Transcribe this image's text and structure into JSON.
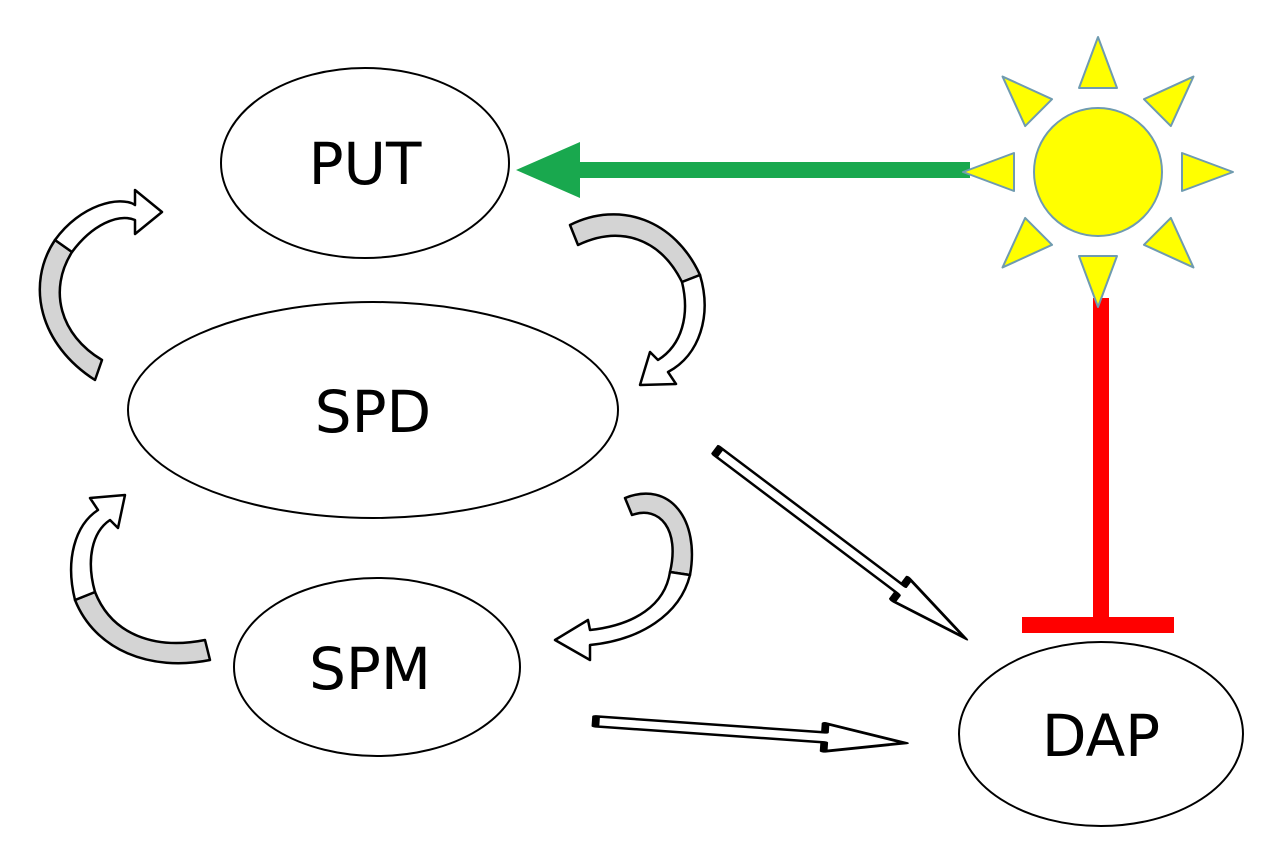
{
  "diagram": {
    "nodes": {
      "put": {
        "label": "PUT"
      },
      "spd": {
        "label": "SPD"
      },
      "spm": {
        "label": "SPM"
      },
      "dap": {
        "label": "DAP"
      }
    },
    "edges": [
      {
        "from": "light",
        "to": "put",
        "kind": "activation"
      },
      {
        "from": "light",
        "to": "dap",
        "kind": "inhibition"
      },
      {
        "from": "put",
        "to": "spd",
        "kind": "conversion"
      },
      {
        "from": "spd",
        "to": "put",
        "kind": "conversion"
      },
      {
        "from": "spd",
        "to": "spm",
        "kind": "conversion"
      },
      {
        "from": "spm",
        "to": "spd",
        "kind": "conversion"
      },
      {
        "from": "spd",
        "to": "dap",
        "kind": "conversion"
      },
      {
        "from": "spm",
        "to": "dap",
        "kind": "conversion"
      }
    ],
    "icons": {
      "light_source": "sun-icon"
    },
    "colors": {
      "activation": "#19a84e",
      "inhibition": "#ff0000",
      "sun_fill": "#ffff00",
      "sun_stroke": "#6f9bb0",
      "cycle_arrow_fill": "#d4d4d4",
      "outline": "#000000",
      "background": "#ffffff"
    }
  }
}
